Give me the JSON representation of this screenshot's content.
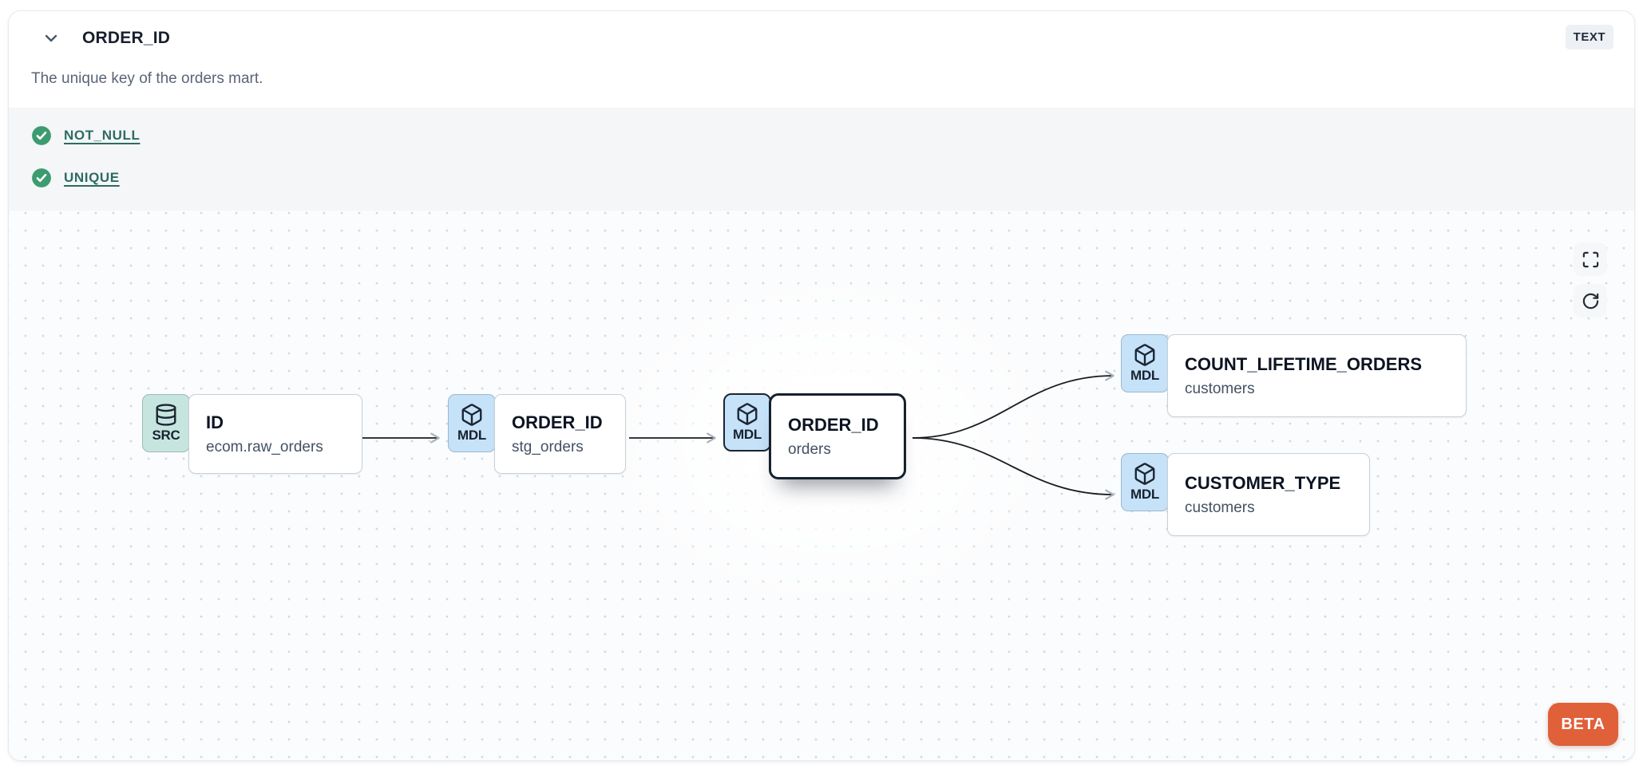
{
  "header": {
    "title": "ORDER_ID",
    "type_badge": "TEXT",
    "description": "The unique key of the orders mart."
  },
  "tests": {
    "items": [
      {
        "label": "NOT_NULL",
        "status": "pass"
      },
      {
        "label": "UNIQUE",
        "status": "pass"
      }
    ]
  },
  "lineage": {
    "nodes": [
      {
        "badge": "SRC",
        "icon": "database-icon",
        "title": "ID",
        "subtitle": "ecom.raw_orders",
        "selected": false
      },
      {
        "badge": "MDL",
        "icon": "cube-icon",
        "title": "ORDER_ID",
        "subtitle": "stg_orders",
        "selected": false
      },
      {
        "badge": "MDL",
        "icon": "cube-icon",
        "title": "ORDER_ID",
        "subtitle": "orders",
        "selected": true
      },
      {
        "badge": "MDL",
        "icon": "cube-icon",
        "title": "COUNT_LIFETIME_ORDERS",
        "subtitle": "customers",
        "selected": false
      },
      {
        "badge": "MDL",
        "icon": "cube-icon",
        "title": "CUSTOMER_TYPE",
        "subtitle": "customers",
        "selected": false
      }
    ],
    "edges": [
      {
        "from": 0,
        "to": 1
      },
      {
        "from": 1,
        "to": 2
      },
      {
        "from": 2,
        "to": 3
      },
      {
        "from": 2,
        "to": 4
      }
    ],
    "beta_label": "BETA"
  },
  "colors": {
    "test_pass_green": "#3d9b70",
    "test_link_teal": "#2e6b62",
    "src_badge_bg": "#c6e5df",
    "mdl_badge_bg": "#c5e2f9",
    "beta_orange": "#df6039",
    "selected_border": "#16202e",
    "edge": "#171b21"
  }
}
